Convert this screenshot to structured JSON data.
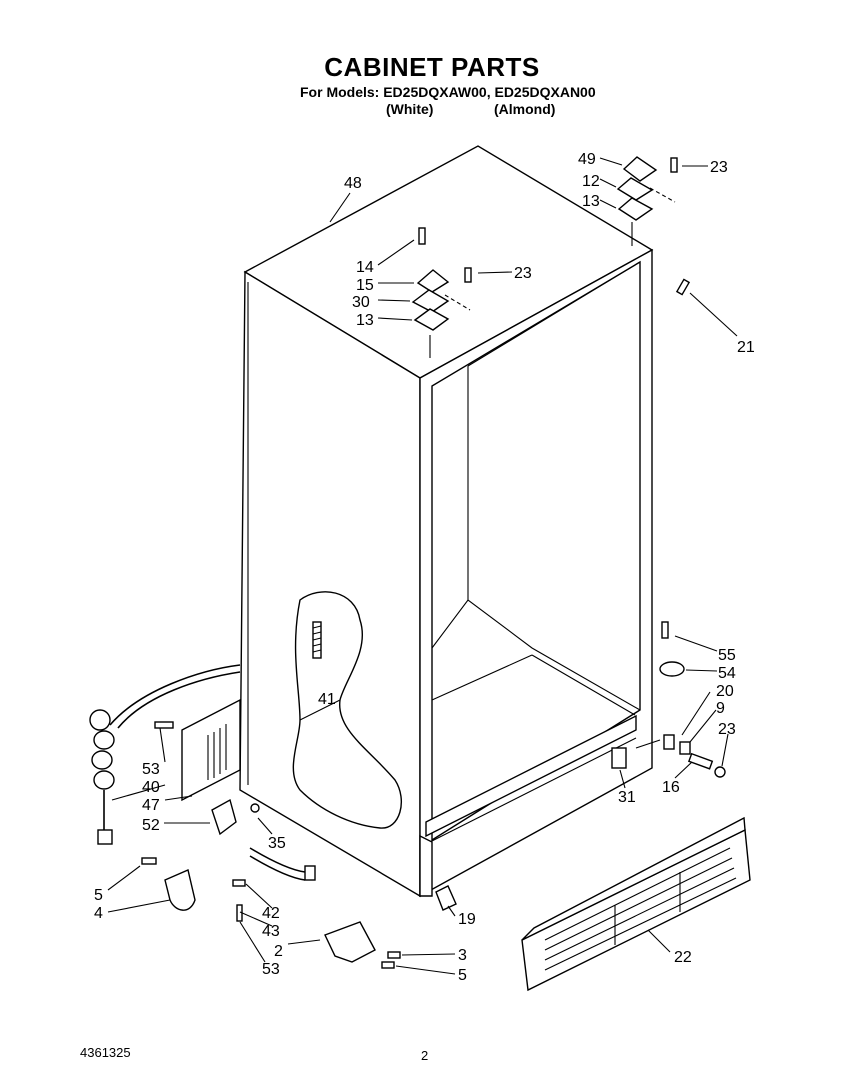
{
  "header": {
    "title": "CABINET PARTS",
    "models_line": "For Models: ED25DQXAW00, ED25DQXAN00",
    "white_label": "(White)",
    "almond_label": "(Almond)"
  },
  "footer": {
    "doc_number": "4361325",
    "page_number": "2"
  },
  "callouts": [
    "48",
    "14",
    "15",
    "30",
    "13",
    "23",
    "49",
    "12",
    "13",
    "23",
    "21",
    "41",
    "55",
    "54",
    "20",
    "9",
    "23",
    "16",
    "31",
    "53",
    "40",
    "47",
    "52",
    "35",
    "5",
    "4",
    "42",
    "43",
    "2",
    "53",
    "3",
    "5",
    "19",
    "22"
  ]
}
